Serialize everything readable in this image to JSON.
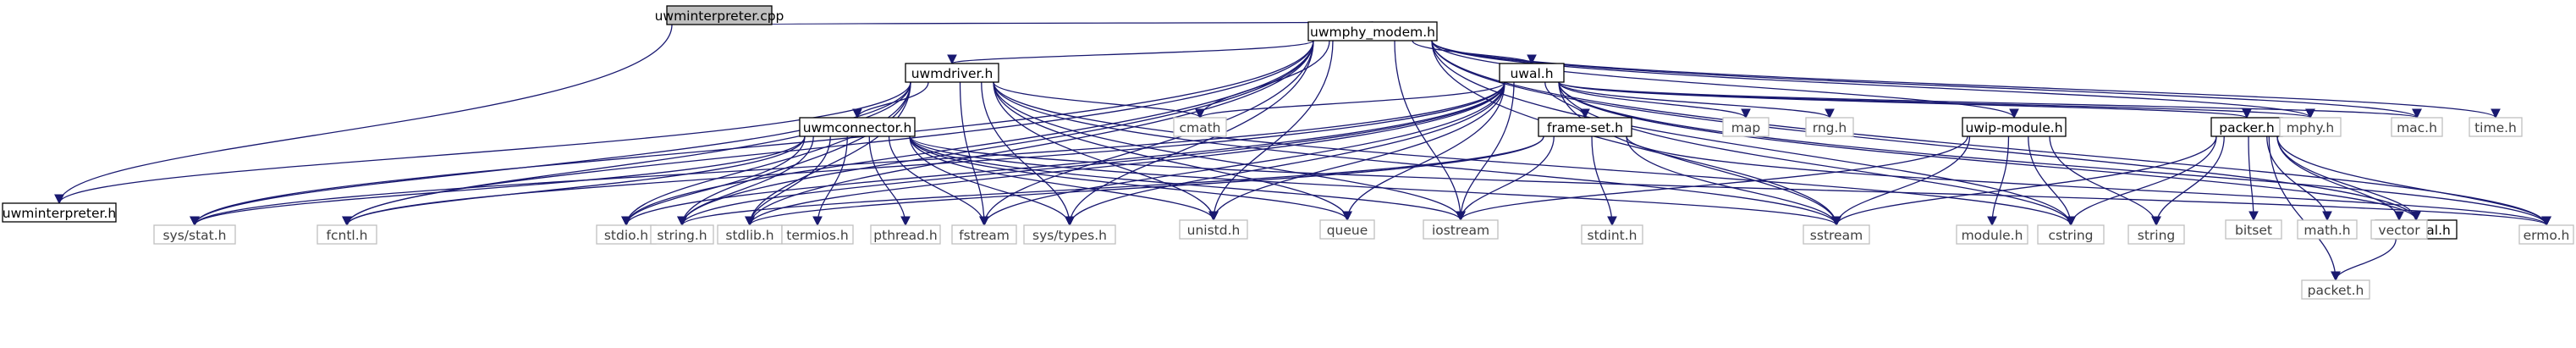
{
  "diagram": {
    "type": "include-dependency-graph",
    "colors": {
      "edge": "#191970",
      "root_fill": "#bfbfbf",
      "documented_fill": "#ffffff",
      "documented_border": "#000000",
      "system_fill": "#ffffff",
      "system_border": "#bfbfbf",
      "system_text": "#404040",
      "documented_text": "#000000"
    },
    "nodes": [
      {
        "id": "root",
        "label": "uwminterpreter.cpp",
        "kind": "root"
      },
      {
        "id": "uwmphy_modem",
        "label": "uwmphy_modem.h",
        "kind": "documented"
      },
      {
        "id": "uwminterpreter",
        "label": "uwminterpreter.h",
        "kind": "documented"
      },
      {
        "id": "uwmdriver",
        "label": "uwmdriver.h",
        "kind": "documented"
      },
      {
        "id": "uwal",
        "label": "uwal.h",
        "kind": "documented"
      },
      {
        "id": "uwmconnector",
        "label": "uwmconnector.h",
        "kind": "documented"
      },
      {
        "id": "frameset",
        "label": "frame-set.h",
        "kind": "documented"
      },
      {
        "id": "uwipmodule",
        "label": "uwip-module.h",
        "kind": "documented"
      },
      {
        "id": "packer",
        "label": "packer.h",
        "kind": "documented"
      },
      {
        "id": "hdruwal",
        "label": "hdr-uwal.h",
        "kind": "documented"
      },
      {
        "id": "sysstat",
        "label": "sys/stat.h",
        "kind": "system"
      },
      {
        "id": "fcntl",
        "label": "fcntl.h",
        "kind": "system"
      },
      {
        "id": "stdio",
        "label": "stdio.h",
        "kind": "system"
      },
      {
        "id": "stringh",
        "label": "string.h",
        "kind": "system"
      },
      {
        "id": "stdlib",
        "label": "stdlib.h",
        "kind": "system"
      },
      {
        "id": "termios",
        "label": "termios.h",
        "kind": "system"
      },
      {
        "id": "pthread",
        "label": "pthread.h",
        "kind": "system"
      },
      {
        "id": "fstream",
        "label": "fstream",
        "kind": "system"
      },
      {
        "id": "systypes",
        "label": "sys/types.h",
        "kind": "system"
      },
      {
        "id": "unistd",
        "label": "unistd.h",
        "kind": "system"
      },
      {
        "id": "queue",
        "label": "queue",
        "kind": "system"
      },
      {
        "id": "iostream",
        "label": "iostream",
        "kind": "system"
      },
      {
        "id": "stdint",
        "label": "stdint.h",
        "kind": "system"
      },
      {
        "id": "sstream",
        "label": "sstream",
        "kind": "system"
      },
      {
        "id": "modulehdr",
        "label": "module.h",
        "kind": "system"
      },
      {
        "id": "cstring",
        "label": "cstring",
        "kind": "system"
      },
      {
        "id": "string",
        "label": "string",
        "kind": "system"
      },
      {
        "id": "bitset",
        "label": "bitset",
        "kind": "system"
      },
      {
        "id": "mathh",
        "label": "math.h",
        "kind": "system"
      },
      {
        "id": "vector",
        "label": "vector",
        "kind": "system"
      },
      {
        "id": "ermo",
        "label": "ermo.h",
        "kind": "system"
      },
      {
        "id": "packeth",
        "label": "packet.h",
        "kind": "system"
      },
      {
        "id": "cmath",
        "label": "cmath",
        "kind": "system"
      },
      {
        "id": "map",
        "label": "map",
        "kind": "system"
      },
      {
        "id": "rng",
        "label": "rng.h",
        "kind": "system"
      },
      {
        "id": "mphy",
        "label": "mphy.h",
        "kind": "system"
      },
      {
        "id": "mac",
        "label": "mac.h",
        "kind": "system"
      },
      {
        "id": "time",
        "label": "time.h",
        "kind": "system"
      }
    ],
    "edges": [
      [
        "root",
        "uwmphy_modem"
      ],
      [
        "root",
        "uwminterpreter"
      ],
      [
        "uwmphy_modem",
        "uwmdriver"
      ],
      [
        "uwmphy_modem",
        "uwal"
      ],
      [
        "uwmphy_modem",
        "uwipmodule"
      ],
      [
        "uwmphy_modem",
        "mphy"
      ],
      [
        "uwmphy_modem",
        "mac"
      ],
      [
        "uwmphy_modem",
        "time"
      ],
      [
        "uwmphy_modem",
        "hdruwal"
      ],
      [
        "uwmphy_modem",
        "ermo"
      ],
      [
        "uwmphy_modem",
        "sysstat"
      ],
      [
        "uwmphy_modem",
        "fcntl"
      ],
      [
        "uwmphy_modem",
        "stdio"
      ],
      [
        "uwmphy_modem",
        "stringh"
      ],
      [
        "uwmphy_modem",
        "stdlib"
      ],
      [
        "uwmphy_modem",
        "fstream"
      ],
      [
        "uwmphy_modem",
        "systypes"
      ],
      [
        "uwmphy_modem",
        "unistd"
      ],
      [
        "uwmphy_modem",
        "iostream"
      ],
      [
        "uwmphy_modem",
        "cmath"
      ],
      [
        "uwmphy_modem",
        "sstream"
      ],
      [
        "uwmphy_modem",
        "cstring"
      ],
      [
        "uwmdriver",
        "uwminterpreter"
      ],
      [
        "uwmdriver",
        "uwmconnector"
      ],
      [
        "uwmdriver",
        "sysstat"
      ],
      [
        "uwmdriver",
        "fcntl"
      ],
      [
        "uwmdriver",
        "stdio"
      ],
      [
        "uwmdriver",
        "stringh"
      ],
      [
        "uwmdriver",
        "stdlib"
      ],
      [
        "uwmdriver",
        "fstream"
      ],
      [
        "uwmdriver",
        "systypes"
      ],
      [
        "uwmdriver",
        "unistd"
      ],
      [
        "uwmdriver",
        "queue"
      ],
      [
        "uwmdriver",
        "iostream"
      ],
      [
        "uwmdriver",
        "cmath"
      ],
      [
        "uwmdriver",
        "sstream"
      ],
      [
        "uwmdriver",
        "cstring"
      ],
      [
        "uwal",
        "frameset"
      ],
      [
        "uwal",
        "packer"
      ],
      [
        "uwal",
        "cmath"
      ],
      [
        "uwal",
        "map"
      ],
      [
        "uwal",
        "rng"
      ],
      [
        "uwal",
        "mphy"
      ],
      [
        "uwal",
        "mac"
      ],
      [
        "uwal",
        "hdruwal"
      ],
      [
        "uwal",
        "sysstat"
      ],
      [
        "uwal",
        "fcntl"
      ],
      [
        "uwal",
        "stdio"
      ],
      [
        "uwal",
        "stringh"
      ],
      [
        "uwal",
        "stdlib"
      ],
      [
        "uwal",
        "fstream"
      ],
      [
        "uwal",
        "systypes"
      ],
      [
        "uwal",
        "unistd"
      ],
      [
        "uwal",
        "queue"
      ],
      [
        "uwal",
        "iostream"
      ],
      [
        "uwal",
        "sstream"
      ],
      [
        "uwal",
        "cstring"
      ],
      [
        "uwal",
        "ermo"
      ],
      [
        "uwmconnector",
        "sysstat"
      ],
      [
        "uwmconnector",
        "fcntl"
      ],
      [
        "uwmconnector",
        "stdio"
      ],
      [
        "uwmconnector",
        "stringh"
      ],
      [
        "uwmconnector",
        "stdlib"
      ],
      [
        "uwmconnector",
        "termios"
      ],
      [
        "uwmconnector",
        "pthread"
      ],
      [
        "uwmconnector",
        "fstream"
      ],
      [
        "uwmconnector",
        "systypes"
      ],
      [
        "uwmconnector",
        "unistd"
      ],
      [
        "uwmconnector",
        "queue"
      ],
      [
        "uwmconnector",
        "iostream"
      ],
      [
        "uwmconnector",
        "sstream"
      ],
      [
        "uwmconnector",
        "ermo"
      ],
      [
        "frameset",
        "stdint"
      ],
      [
        "frameset",
        "iostream"
      ],
      [
        "frameset",
        "sstream"
      ],
      [
        "frameset",
        "stringh"
      ],
      [
        "frameset",
        "stdlib"
      ],
      [
        "frameset",
        "ermo"
      ],
      [
        "uwipmodule",
        "modulehdr"
      ],
      [
        "uwipmodule",
        "cstring"
      ],
      [
        "uwipmodule",
        "string"
      ],
      [
        "uwipmodule",
        "sstream"
      ],
      [
        "uwipmodule",
        "iostream"
      ],
      [
        "packer",
        "hdruwal"
      ],
      [
        "packer",
        "bitset"
      ],
      [
        "packer",
        "mathh"
      ],
      [
        "packer",
        "vector"
      ],
      [
        "packer",
        "string"
      ],
      [
        "packer",
        "cstring"
      ],
      [
        "packer",
        "sstream"
      ],
      [
        "packer",
        "packeth"
      ],
      [
        "packer",
        "ermo"
      ],
      [
        "hdruwal",
        "packeth"
      ]
    ]
  }
}
